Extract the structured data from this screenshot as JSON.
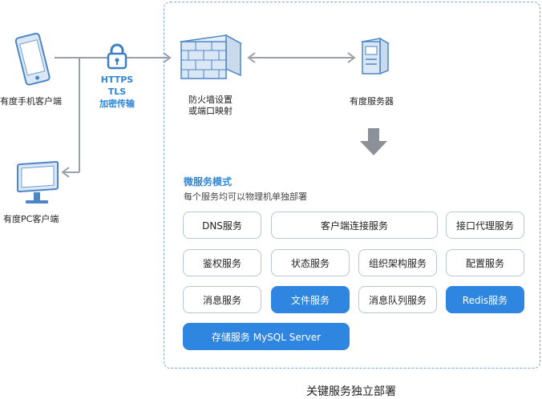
{
  "clients": {
    "mobile_label": "有度手机客户端",
    "pc_label": "有度PC客户端"
  },
  "protocol": {
    "line1": "HTTPS",
    "line2": "TLS",
    "line3": "加密传输"
  },
  "firewall": {
    "line1": "防火墙设置",
    "line2": "或端口映射"
  },
  "server": {
    "label": "有度服务器"
  },
  "microservice": {
    "title": "微服务模式",
    "subtitle": "每个服务均可以物理机单独部署"
  },
  "services": [
    {
      "label": "DNS服务",
      "highlight": false
    },
    {
      "label": "客户端连接服务",
      "highlight": false
    },
    {
      "label": "接口代理服务",
      "highlight": false
    },
    {
      "label": "鉴权服务",
      "highlight": false
    },
    {
      "label": "状态服务",
      "highlight": false
    },
    {
      "label": "组织架构服务",
      "highlight": false
    },
    {
      "label": "配置服务",
      "highlight": false
    },
    {
      "label": "消息服务",
      "highlight": false
    },
    {
      "label": "文件服务",
      "highlight": true
    },
    {
      "label": "消息队列服务",
      "highlight": false
    },
    {
      "label": "Redis服务",
      "highlight": true
    },
    {
      "label": "存储服务 MySQL Server",
      "highlight": true
    }
  ],
  "caption": "关键服务独立部署",
  "colors": {
    "accent": "#2f86e0",
    "border": "#b7c7d9",
    "connector": "#9aa0a6"
  }
}
